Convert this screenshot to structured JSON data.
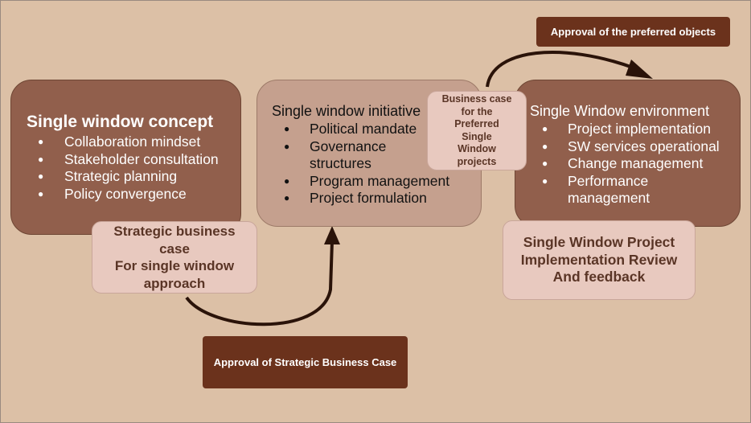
{
  "stages": [
    {
      "title": "Single window concept",
      "items": [
        "Collaboration mindset",
        "Stakeholder consultation",
        "Strategic planning",
        "Policy convergence"
      ]
    },
    {
      "title": "Single window initiative",
      "items": [
        "Political mandate",
        "Governance structures",
        "Program management",
        "Project formulation"
      ]
    },
    {
      "title": "Single Window environment",
      "items": [
        "Project implementation",
        "SW services operational",
        "Change management",
        "Performance management"
      ]
    }
  ],
  "strategic_business_case": [
    "Strategic business",
    "case",
    "For single window",
    "approach"
  ],
  "business_case_preferred": [
    "Business case",
    "for the",
    "Preferred",
    "Single",
    "Window",
    "projects"
  ],
  "review": [
    "Single Window Project",
    "Implementation Review",
    "And feedback"
  ],
  "approvals": {
    "strategic": "Approval of Strategic Business Case",
    "preferred": "Approval of the preferred objects"
  },
  "colors": {
    "background": "#dcc0a6",
    "stage_dark": "#915f4c",
    "stage_light": "#c5a08e",
    "label_pink": "#e8c9bf",
    "approval_box": "#6b321c",
    "arrow": "#2a1309"
  }
}
